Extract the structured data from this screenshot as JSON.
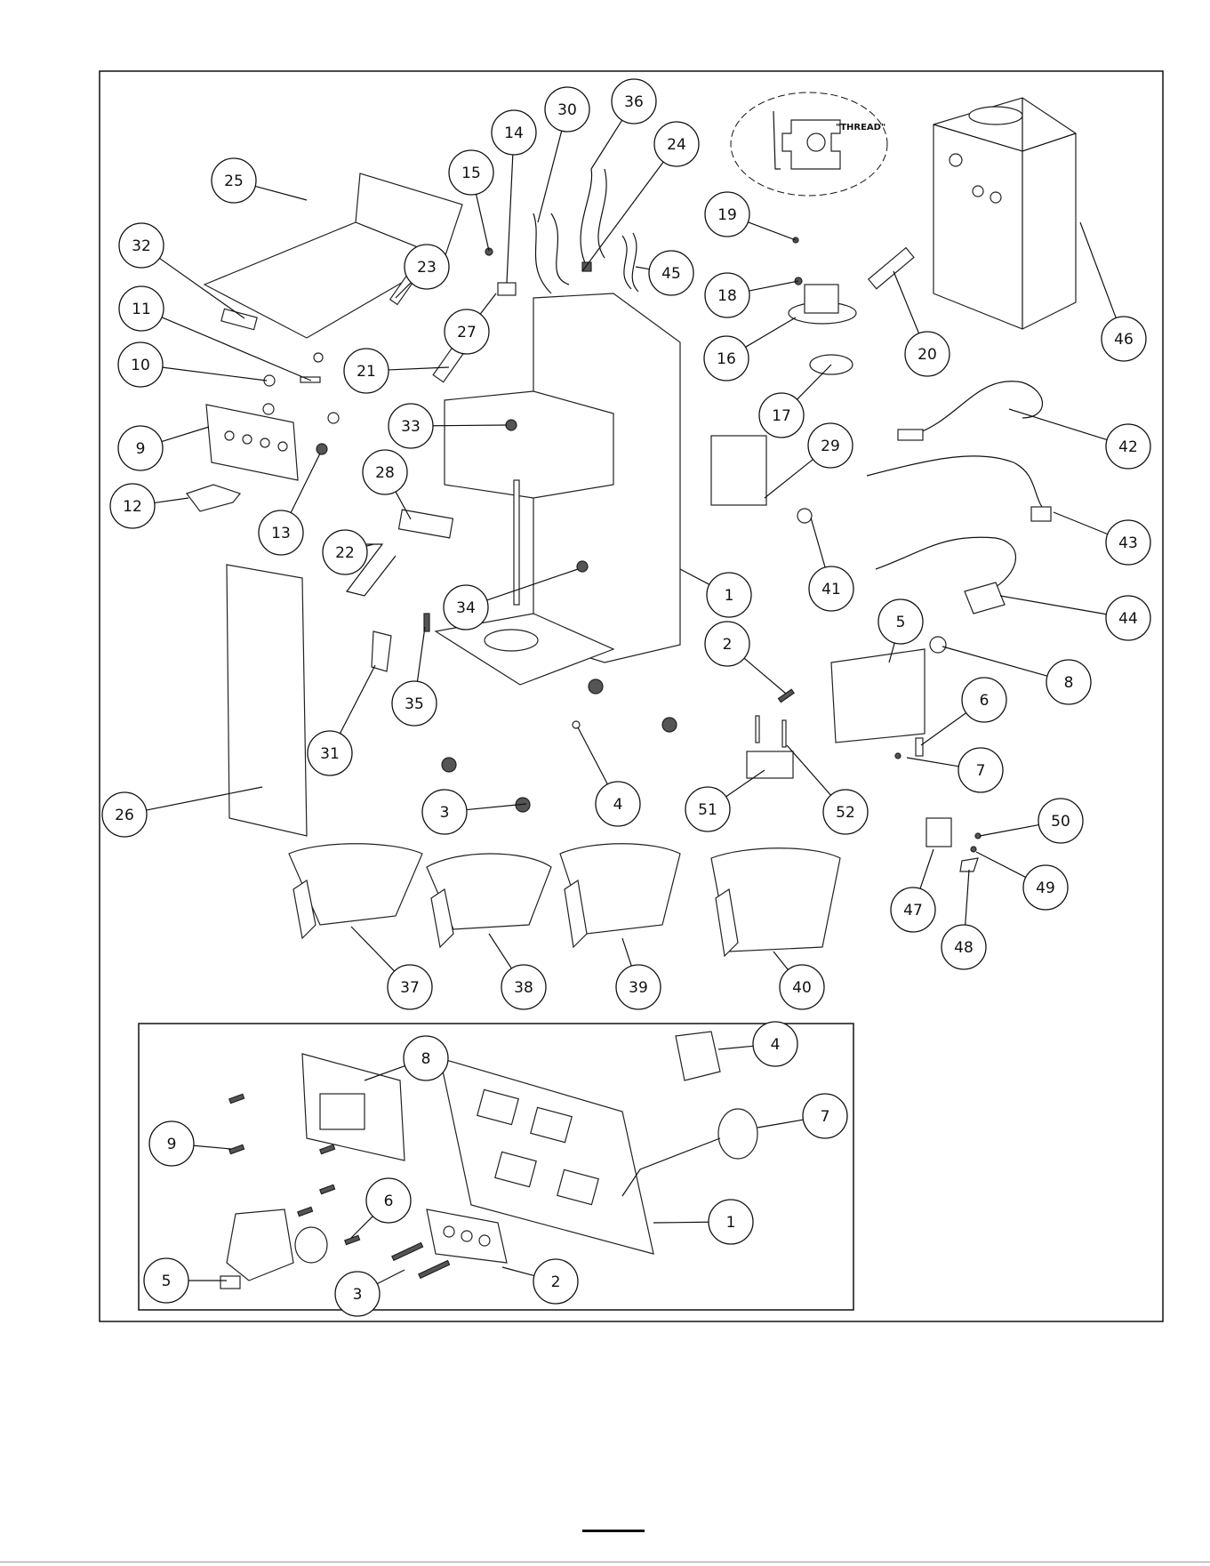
{
  "diagram": {
    "detail_label": "\"THREAD\"",
    "main_callouts": [
      "25",
      "32",
      "11",
      "10",
      "9",
      "12",
      "13",
      "15",
      "14",
      "30",
      "36",
      "24",
      "19",
      "18",
      "16",
      "17",
      "20",
      "46",
      "23",
      "27",
      "21",
      "45",
      "33",
      "28",
      "22",
      "29",
      "42",
      "43",
      "41",
      "44",
      "34",
      "1",
      "26",
      "31",
      "35",
      "2",
      "5",
      "8",
      "6",
      "7",
      "4",
      "3",
      "51",
      "52",
      "50",
      "47",
      "49",
      "48",
      "37",
      "38",
      "39",
      "40"
    ],
    "inset_callouts": [
      "8",
      "4",
      "7",
      "9",
      "6",
      "1",
      "5",
      "3",
      "2"
    ]
  }
}
